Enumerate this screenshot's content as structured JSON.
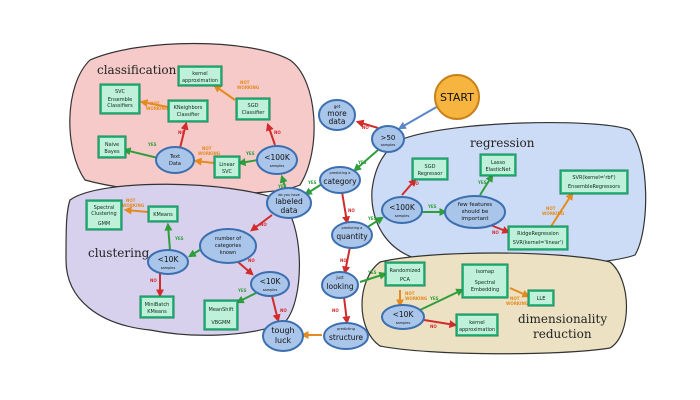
{
  "regions": {
    "classification": "classification",
    "clustering": "clustering",
    "regression": "regression",
    "dimensionality_1": "dimensionality",
    "dimensionality_2": "reduction"
  },
  "start": "START",
  "decisions": {
    "more_data_1": "get",
    "more_data_2": "more",
    "more_data_3": "data",
    "gt50_1": ">50",
    "gt50_2": "samples",
    "category_1": "predicting a",
    "category_2": "category",
    "labeled_1": "do you have",
    "labeled_2": "labeled",
    "labeled_3": "data",
    "quantity_1": "predicting a",
    "quantity_2": "quantity",
    "looking_1": "just",
    "looking_2": "looking",
    "structure_1": "predicting",
    "structure_2": "structure",
    "tough_1": "tough",
    "tough_2": "luck",
    "cls_100k_1": "<100K",
    "cls_100k_2": "samples",
    "text_1": "Text",
    "text_2": "Data",
    "clu_cats_1": "number of",
    "clu_cats_2": "categories",
    "clu_cats_3": "known",
    "clu_10k_1": "<10K",
    "clu_10k_2": "samples",
    "clu_10k_b1": "<10K",
    "clu_10k_b2": "samples",
    "reg_100k_1": "<100K",
    "reg_100k_2": "samples",
    "reg_few_1": "few features",
    "reg_few_2": "should be",
    "reg_few_3": "important",
    "dim_10k_1": "<10K",
    "dim_10k_2": "samples"
  },
  "estimators": {
    "kernel_approx_1": "kernel",
    "kernel_approx_2": "approximation",
    "svc_1": "SVC",
    "svc_2": "Ensemble",
    "svc_3": "Classifiers",
    "kneighbors_1": "KNeighbors",
    "kneighbors_2": "Classifier",
    "sgd_cls_1": "SGD",
    "sgd_cls_2": "Classifier",
    "naive_1": "Naive",
    "naive_2": "Bayes",
    "linear_svc_1": "Linear",
    "linear_svc_2": "SVC",
    "spectral_cl_1": "Spectral",
    "spectral_cl_2": "Clustering",
    "spectral_cl_3": "GMM",
    "kmeans": "KMeans",
    "minibatch_1": "MiniBatch",
    "minibatch_2": "KMeans",
    "meanshift_1": "MeanShift",
    "meanshift_2": "VBGMM",
    "sgd_reg_1": "SGD",
    "sgd_reg_2": "Regressor",
    "lasso_1": "Lasso",
    "lasso_2": "ElasticNet",
    "svr_rbf_1": "SVR(kernel='rbf')",
    "svr_rbf_2": "EnsembleRegressors",
    "ridge_1": "RidgeRegression",
    "ridge_2": "SVR(kernel='linear')",
    "rpca_1": "Randomized",
    "rpca_2": "PCA",
    "isomap_1": "Isomap",
    "isomap_2": "Spectral",
    "isomap_3": "Embedding",
    "lle": "LLE",
    "kernel_dim_1": "kernel",
    "kernel_dim_2": "approximation"
  },
  "labels": {
    "yes": "YES",
    "no": "NO",
    "not_working_1": "NOT",
    "not_working_2": "WORKING"
  },
  "colors": {
    "classification_fill": "#f7caca",
    "clustering_fill": "#d7d1ee",
    "regression_fill": "#cddcf6",
    "dimensionality_fill": "#ece2c3",
    "decision_fill": "#a9c5ea",
    "decision_stroke": "#3c6fb0",
    "estimator_fill": "#2fbf85",
    "estimator_inner": "#bff0d9",
    "start_fill": "#f7b43e",
    "yes_color": "#2e9e3a",
    "no_color": "#d22b2b",
    "not_working_color": "#e48a1e"
  }
}
